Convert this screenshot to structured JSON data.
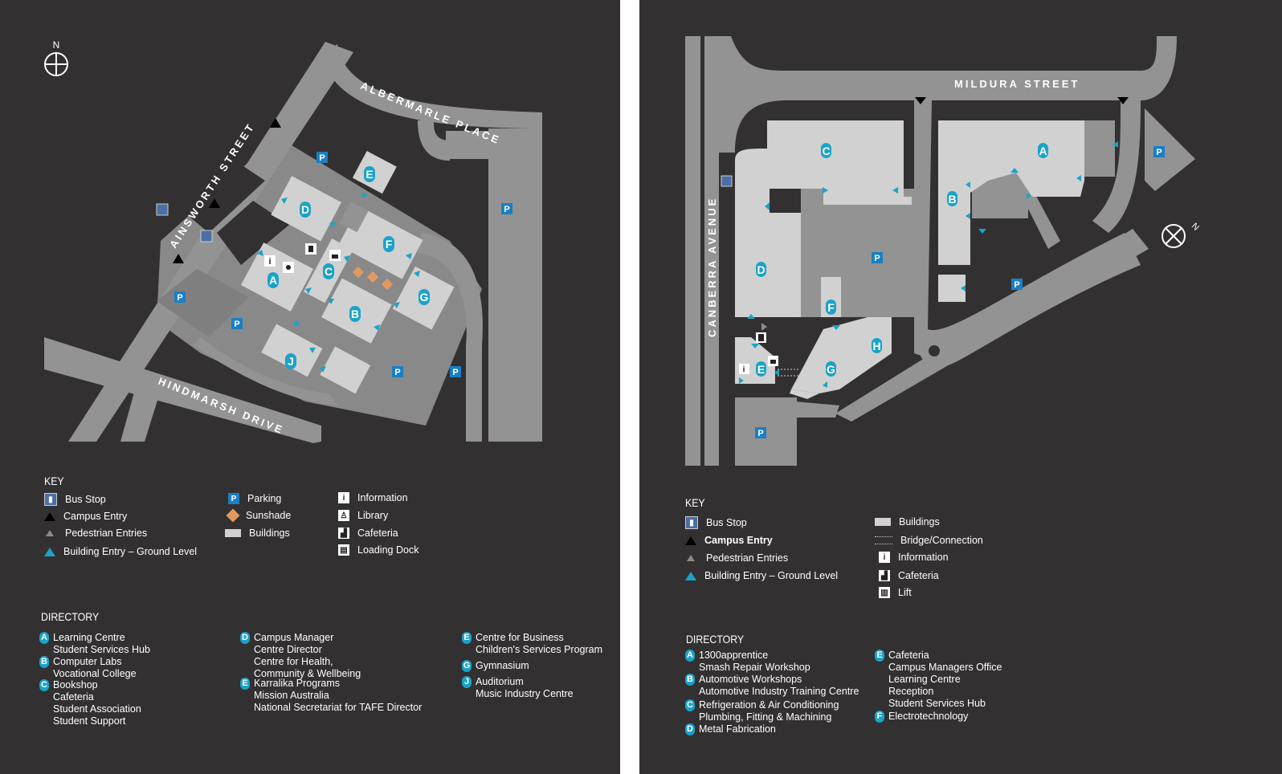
{
  "colors": {
    "background": "#333031",
    "road": "#939393",
    "building": "#d1d1d1",
    "building_marker": "#1aa3c8",
    "parking": "#1a7fc4",
    "sunshade": "#e09a60"
  },
  "left_map": {
    "north_label": "N",
    "streets": {
      "ainsworth": "AINSWORTH STREET",
      "albermarle": "ALBERMARLE PLACE",
      "hindmarsh": "HINDMARSH DRIVE"
    },
    "buildings": [
      "A",
      "B",
      "C",
      "D",
      "E",
      "F",
      "G",
      "J"
    ],
    "parking_label": "P",
    "key": {
      "title": "KEY",
      "items": [
        {
          "icon": "bus-stop-icon",
          "label": "Bus Stop"
        },
        {
          "icon": "campus-entry-icon",
          "label": "Campus Entry"
        },
        {
          "icon": "pedestrian-entry-icon",
          "label": "Pedestrian Entries"
        },
        {
          "icon": "building-entry-icon",
          "label": "Building Entry – Ground Level"
        },
        {
          "icon": "parking-icon",
          "label": "Parking"
        },
        {
          "icon": "sunshade-icon",
          "label": "Sunshade"
        },
        {
          "icon": "buildings-icon",
          "label": "Buildings"
        },
        {
          "icon": "information-icon",
          "label": "Information"
        },
        {
          "icon": "library-icon",
          "label": "Library"
        },
        {
          "icon": "cafeteria-icon",
          "label": "Cafeteria"
        },
        {
          "icon": "loading-dock-icon",
          "label": "Loading Dock"
        }
      ]
    },
    "directory": {
      "title": "DIRECTORY",
      "entries": [
        {
          "letter": "A",
          "lines": [
            "Learning Centre",
            "Student Services Hub"
          ]
        },
        {
          "letter": "B",
          "lines": [
            "Computer Labs",
            "Vocational College"
          ]
        },
        {
          "letter": "C",
          "lines": [
            "Bookshop",
            "Cafeteria",
            "Student Association",
            "Student Support"
          ]
        },
        {
          "letter": "D",
          "lines": [
            "Campus Manager",
            "Centre Director",
            "Centre for Health,",
            "Community & Wellbeing"
          ]
        },
        {
          "letter": "E",
          "lines": [
            "Karralika Programs",
            "Mission Australia",
            "National Secretariat for TAFE Director"
          ]
        },
        {
          "letter": "E",
          "lines": [
            "Centre for Business",
            "Children's Services Program"
          ]
        },
        {
          "letter": "G",
          "lines": [
            "Gymnasium"
          ]
        },
        {
          "letter": "J",
          "lines": [
            "Auditorium",
            "Music Industry Centre"
          ]
        }
      ]
    }
  },
  "right_map": {
    "north_label": "N",
    "streets": {
      "mildura": "MILDURA STREET",
      "canberra": "CANBERRA AVENUE"
    },
    "buildings": [
      "A",
      "B",
      "C",
      "D",
      "E",
      "F",
      "G",
      "H"
    ],
    "parking_label": "P",
    "key": {
      "title": "KEY",
      "items": [
        {
          "icon": "bus-stop-icon",
          "label": "Bus Stop"
        },
        {
          "icon": "campus-entry-icon",
          "label": "Campus Entry"
        },
        {
          "icon": "pedestrian-entry-icon",
          "label": "Pedestrian Entries"
        },
        {
          "icon": "building-entry-icon",
          "label": "Building Entry – Ground Level"
        },
        {
          "icon": "buildings-icon",
          "label": "Buildings"
        },
        {
          "icon": "bridge-icon",
          "label": "Bridge/Connection"
        },
        {
          "icon": "information-icon",
          "label": "Information"
        },
        {
          "icon": "cafeteria-icon",
          "label": "Cafeteria"
        },
        {
          "icon": "lift-icon",
          "label": "Lift"
        }
      ]
    },
    "directory": {
      "title": "DIRECTORY",
      "entries": [
        {
          "letter": "A",
          "lines": [
            "1300apprentice",
            "Smash Repair Workshop"
          ]
        },
        {
          "letter": "B",
          "lines": [
            "Automotive Workshops",
            "Automotive Industry Training Centre"
          ]
        },
        {
          "letter": "C",
          "lines": [
            "Refrigeration & Air Conditioning",
            "Plumbing, Fitting & Machining"
          ]
        },
        {
          "letter": "D",
          "lines": [
            "Metal Fabrication"
          ]
        },
        {
          "letter": "E",
          "lines": [
            "Cafeteria",
            "Campus Managers Office",
            "Learning Centre",
            "Reception",
            "Student Services Hub"
          ]
        },
        {
          "letter": "F",
          "lines": [
            "Electrotechnology"
          ]
        }
      ]
    }
  }
}
